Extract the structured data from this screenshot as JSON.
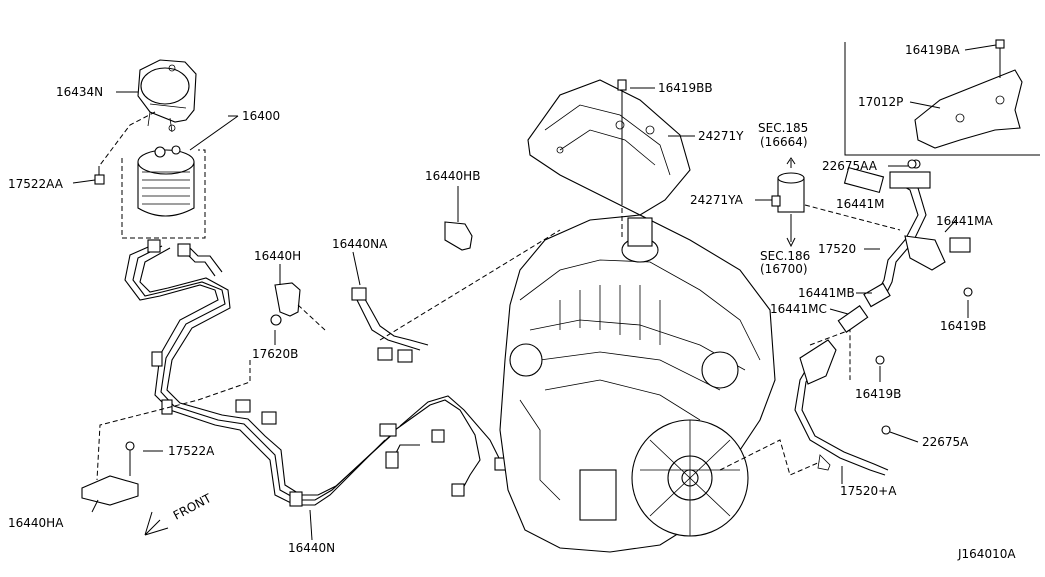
{
  "diagram_id": "J164010A",
  "front_label": "FRONT",
  "labels": {
    "p16434N": "16434N",
    "p16400": "16400",
    "p17522AA": "17522AA",
    "p16440HB": "16440HB",
    "p16419BB": "16419BB",
    "p24271Y": "24271Y",
    "sec185_line1": "SEC.185",
    "sec185_line2": "(16664)",
    "p16419BA": "16419BA",
    "p17012P": "17012P",
    "p22675AA": "22675AA",
    "p16441M": "16441M",
    "p24271YA": "24271YA",
    "p16441MA": "16441MA",
    "p16440NA": "16440NA",
    "p16440H": "16440H",
    "p17520": "17520",
    "sec186_line1": "SEC.186",
    "sec186_line2": "(16700)",
    "p16441MB": "16441MB",
    "p16441MC": "16441MC",
    "p16419B_1": "16419B",
    "p17620B": "17620B",
    "p16419B_2": "16419B",
    "p17522A": "17522A",
    "p22675A": "22675A",
    "p16440HA": "16440HA",
    "p17520A": "17520+A",
    "p16440N": "16440N"
  }
}
